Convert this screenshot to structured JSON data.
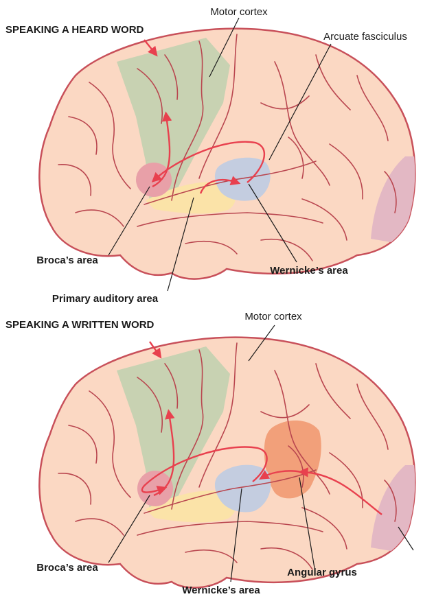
{
  "colors": {
    "brain_fill": "#fbd8c3",
    "brain_outline": "#c8505a",
    "sulcus": "#b9464f",
    "motor_cortex": "#c8d2b2",
    "broca": "#e8a0a8",
    "wernicke": "#c4cde0",
    "auditory": "#fbe3a8",
    "angular_gyrus": "#f2a07a",
    "visual": "#e3b8c4",
    "pathway_arrow": "#e8404e",
    "leader_line": "#1a1a1a"
  },
  "diagrams": [
    {
      "title": "SPEAKING A HEARD WORD",
      "labels": {
        "motor_cortex": "Motor cortex",
        "arcuate": "Arcuate fasciculus",
        "broca": "Broca’s area",
        "wernicke": "Wernicke’s area",
        "auditory": "Primary auditory area"
      }
    },
    {
      "title": "SPEAKING A WRITTEN WORD",
      "labels": {
        "motor_cortex": "Motor cortex",
        "broca": "Broca’s area",
        "angular": "Angular gyrus",
        "wernicke": "Wernicke’s area"
      }
    }
  ]
}
